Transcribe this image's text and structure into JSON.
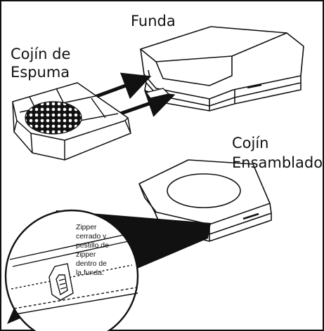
{
  "labels": {
    "cover": "Funda",
    "foam_line1": "Cojín de",
    "foam_line2": "Espuma",
    "assembled_line1": "Cojín",
    "assembled_line2": "Ensamblado",
    "zipper_lines": [
      "Zipper",
      "cerrado y",
      "pestillo de",
      "zipper",
      "dentro de",
      "la funda."
    ]
  },
  "colors": {
    "line": "#111111",
    "background": "#ffffff"
  },
  "icons": {
    "cover": "cushion-cover-drawing",
    "foam": "foam-cushion-drawing",
    "assembled": "assembled-cushion-drawing",
    "arrows": "insert-arrows",
    "zoom": "zipper-detail-zoom"
  }
}
